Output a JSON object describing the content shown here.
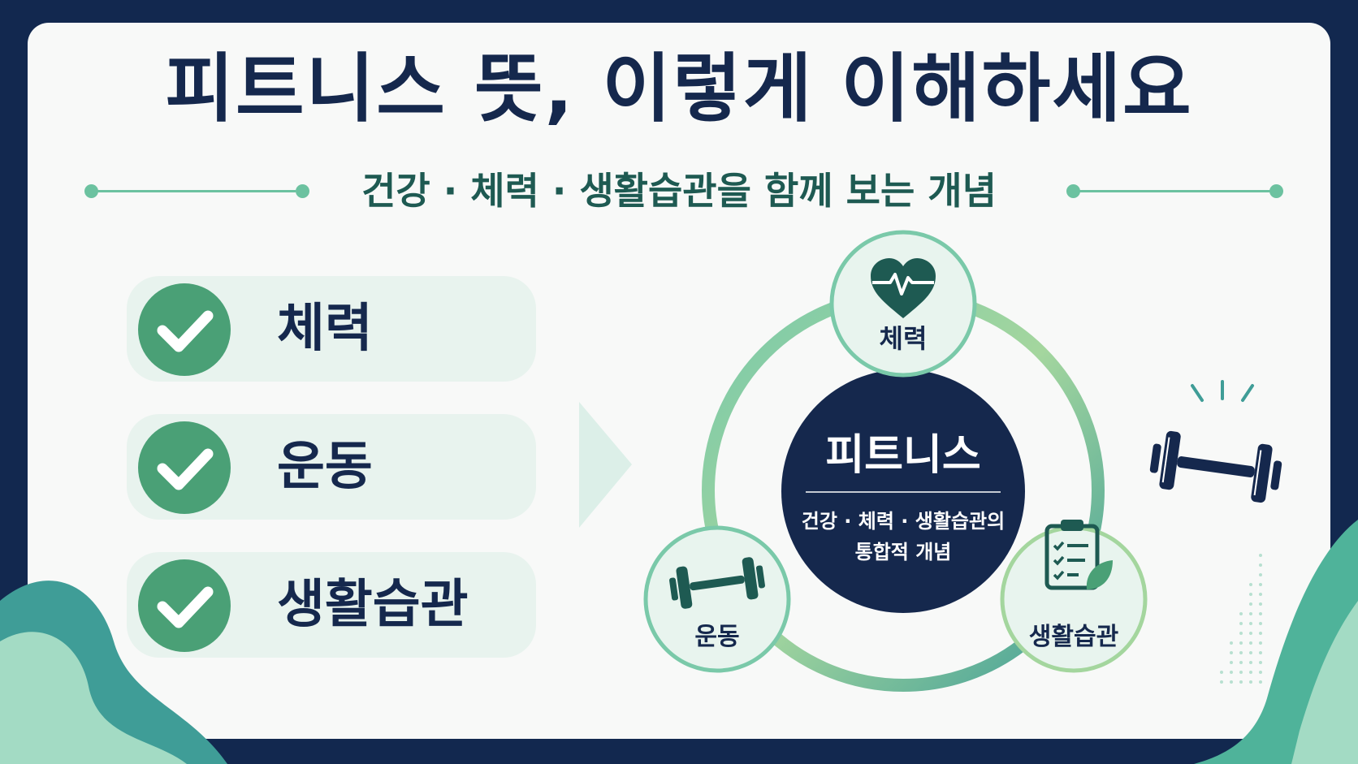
{
  "title": "피트니스 뜻, 이렇게 이해하세요",
  "subtitle": "건강 · 체력 · 생활습관을 함께 보는 개념",
  "checklist": [
    {
      "label": "체력"
    },
    {
      "label": "운동"
    },
    {
      "label": "생활습관"
    }
  ],
  "diagram": {
    "center_title": "피트니스",
    "center_desc_line1": "건강 · 체력 · 생활습관의",
    "center_desc_line2": "통합적 개념",
    "nodes": {
      "top": {
        "label": "체력",
        "icon": "heart-pulse-icon"
      },
      "left": {
        "label": "운동",
        "icon": "dumbbell-icon"
      },
      "right": {
        "label": "생활습관",
        "icon": "clipboard-leaf-icon"
      }
    }
  },
  "colors": {
    "navy": "#15284d",
    "green": "#4aa076",
    "mint": "#6cc2a0",
    "teal": "#3f9d97",
    "light_green": "#a4d69e"
  }
}
